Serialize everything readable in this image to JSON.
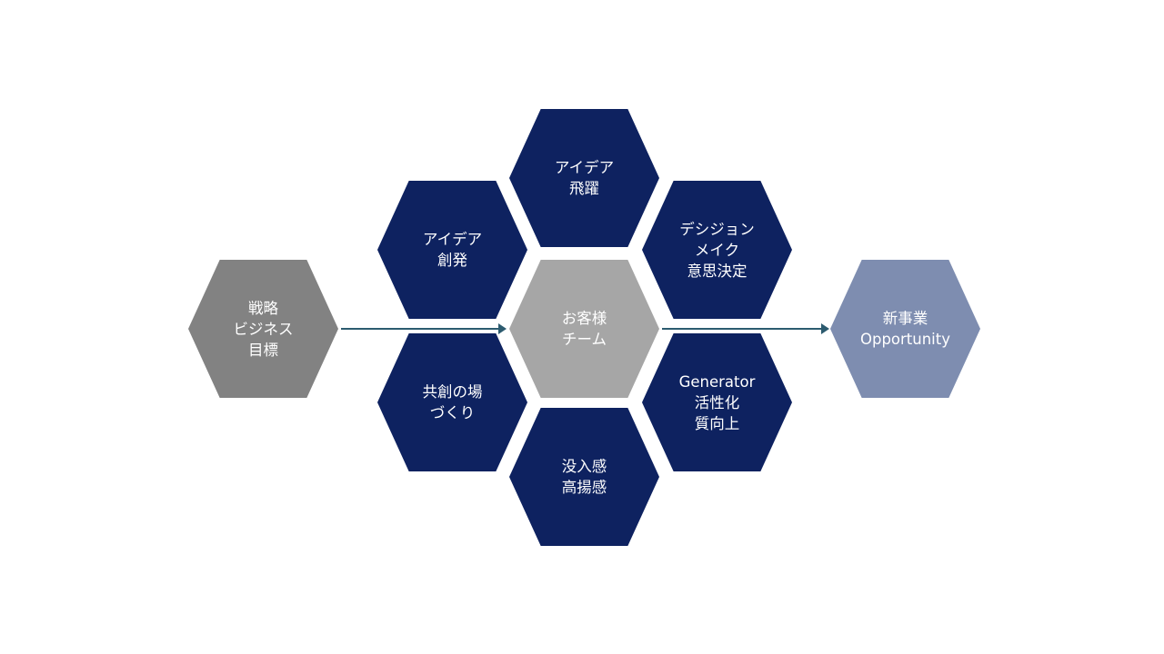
{
  "nodes": {
    "strategy": {
      "lines": [
        "戦略",
        "ビジネス",
        "目標"
      ]
    },
    "idea_creation": {
      "lines": [
        "アイデア",
        "創発"
      ]
    },
    "idea_leap": {
      "lines": [
        "アイデア",
        "飛躍"
      ]
    },
    "decision": {
      "lines": [
        "デシジョン",
        "メイク",
        "意思決定"
      ]
    },
    "customer_team": {
      "lines": [
        "お客様",
        "チーム"
      ]
    },
    "co_creation": {
      "lines": [
        "共創の場",
        "づくり"
      ]
    },
    "immersion": {
      "lines": [
        "没入感",
        "高揚感"
      ]
    },
    "generator": {
      "lines": [
        "Generator",
        "活性化",
        "質向上"
      ]
    },
    "new_business": {
      "lines": [
        "新事業",
        "Opportunity"
      ]
    }
  },
  "colors": {
    "navy": "#0e2260",
    "gray": "#828282",
    "light_gray": "#a6a6a6",
    "slate": "#7e8db0",
    "arrow": "#2c5b6f"
  }
}
